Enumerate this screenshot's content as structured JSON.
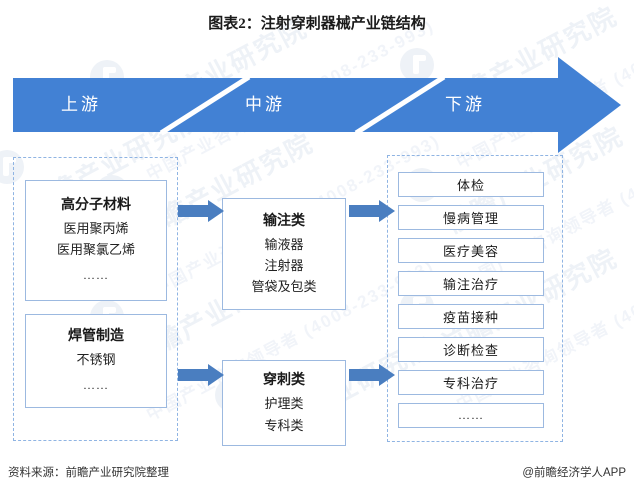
{
  "title": "图表2：注射穿刺器械产业链结构",
  "colors": {
    "banner_blue": "#4281d4",
    "arrow_blue": "#4a7ec0",
    "box_border": "#9cb9e0",
    "dashed_border": "#8fb4e3",
    "text": "#1a1a1a"
  },
  "banner": {
    "segments": [
      {
        "label": "上游"
      },
      {
        "label": "中游"
      },
      {
        "label": "下游"
      }
    ]
  },
  "upstream": {
    "boxes": [
      {
        "title": "高分子材料",
        "items": [
          "医用聚丙烯",
          "医用聚氯乙烯",
          "……"
        ]
      },
      {
        "title": "焊管制造",
        "items": [
          "不锈钢",
          "……"
        ]
      }
    ]
  },
  "midstream": {
    "boxes": [
      {
        "title": "输注类",
        "items": [
          "输液器",
          "注射器",
          "管袋及包类"
        ]
      },
      {
        "title": "穿刺类",
        "items": [
          "护理类",
          "专科类"
        ]
      }
    ]
  },
  "downstream": {
    "items": [
      "体检",
      "慢病管理",
      "医疗美容",
      "输注治疗",
      "疫苗接种",
      "诊断检查",
      "专科治疗",
      "……"
    ]
  },
  "footer": {
    "source": "资料来源：前瞻产业研究院整理",
    "credit": "@前瞻经济学人APP"
  },
  "watermark": {
    "text": "前瞻产业研究院",
    "sub": "中国产业咨询领导者 (4008-233-993)"
  }
}
